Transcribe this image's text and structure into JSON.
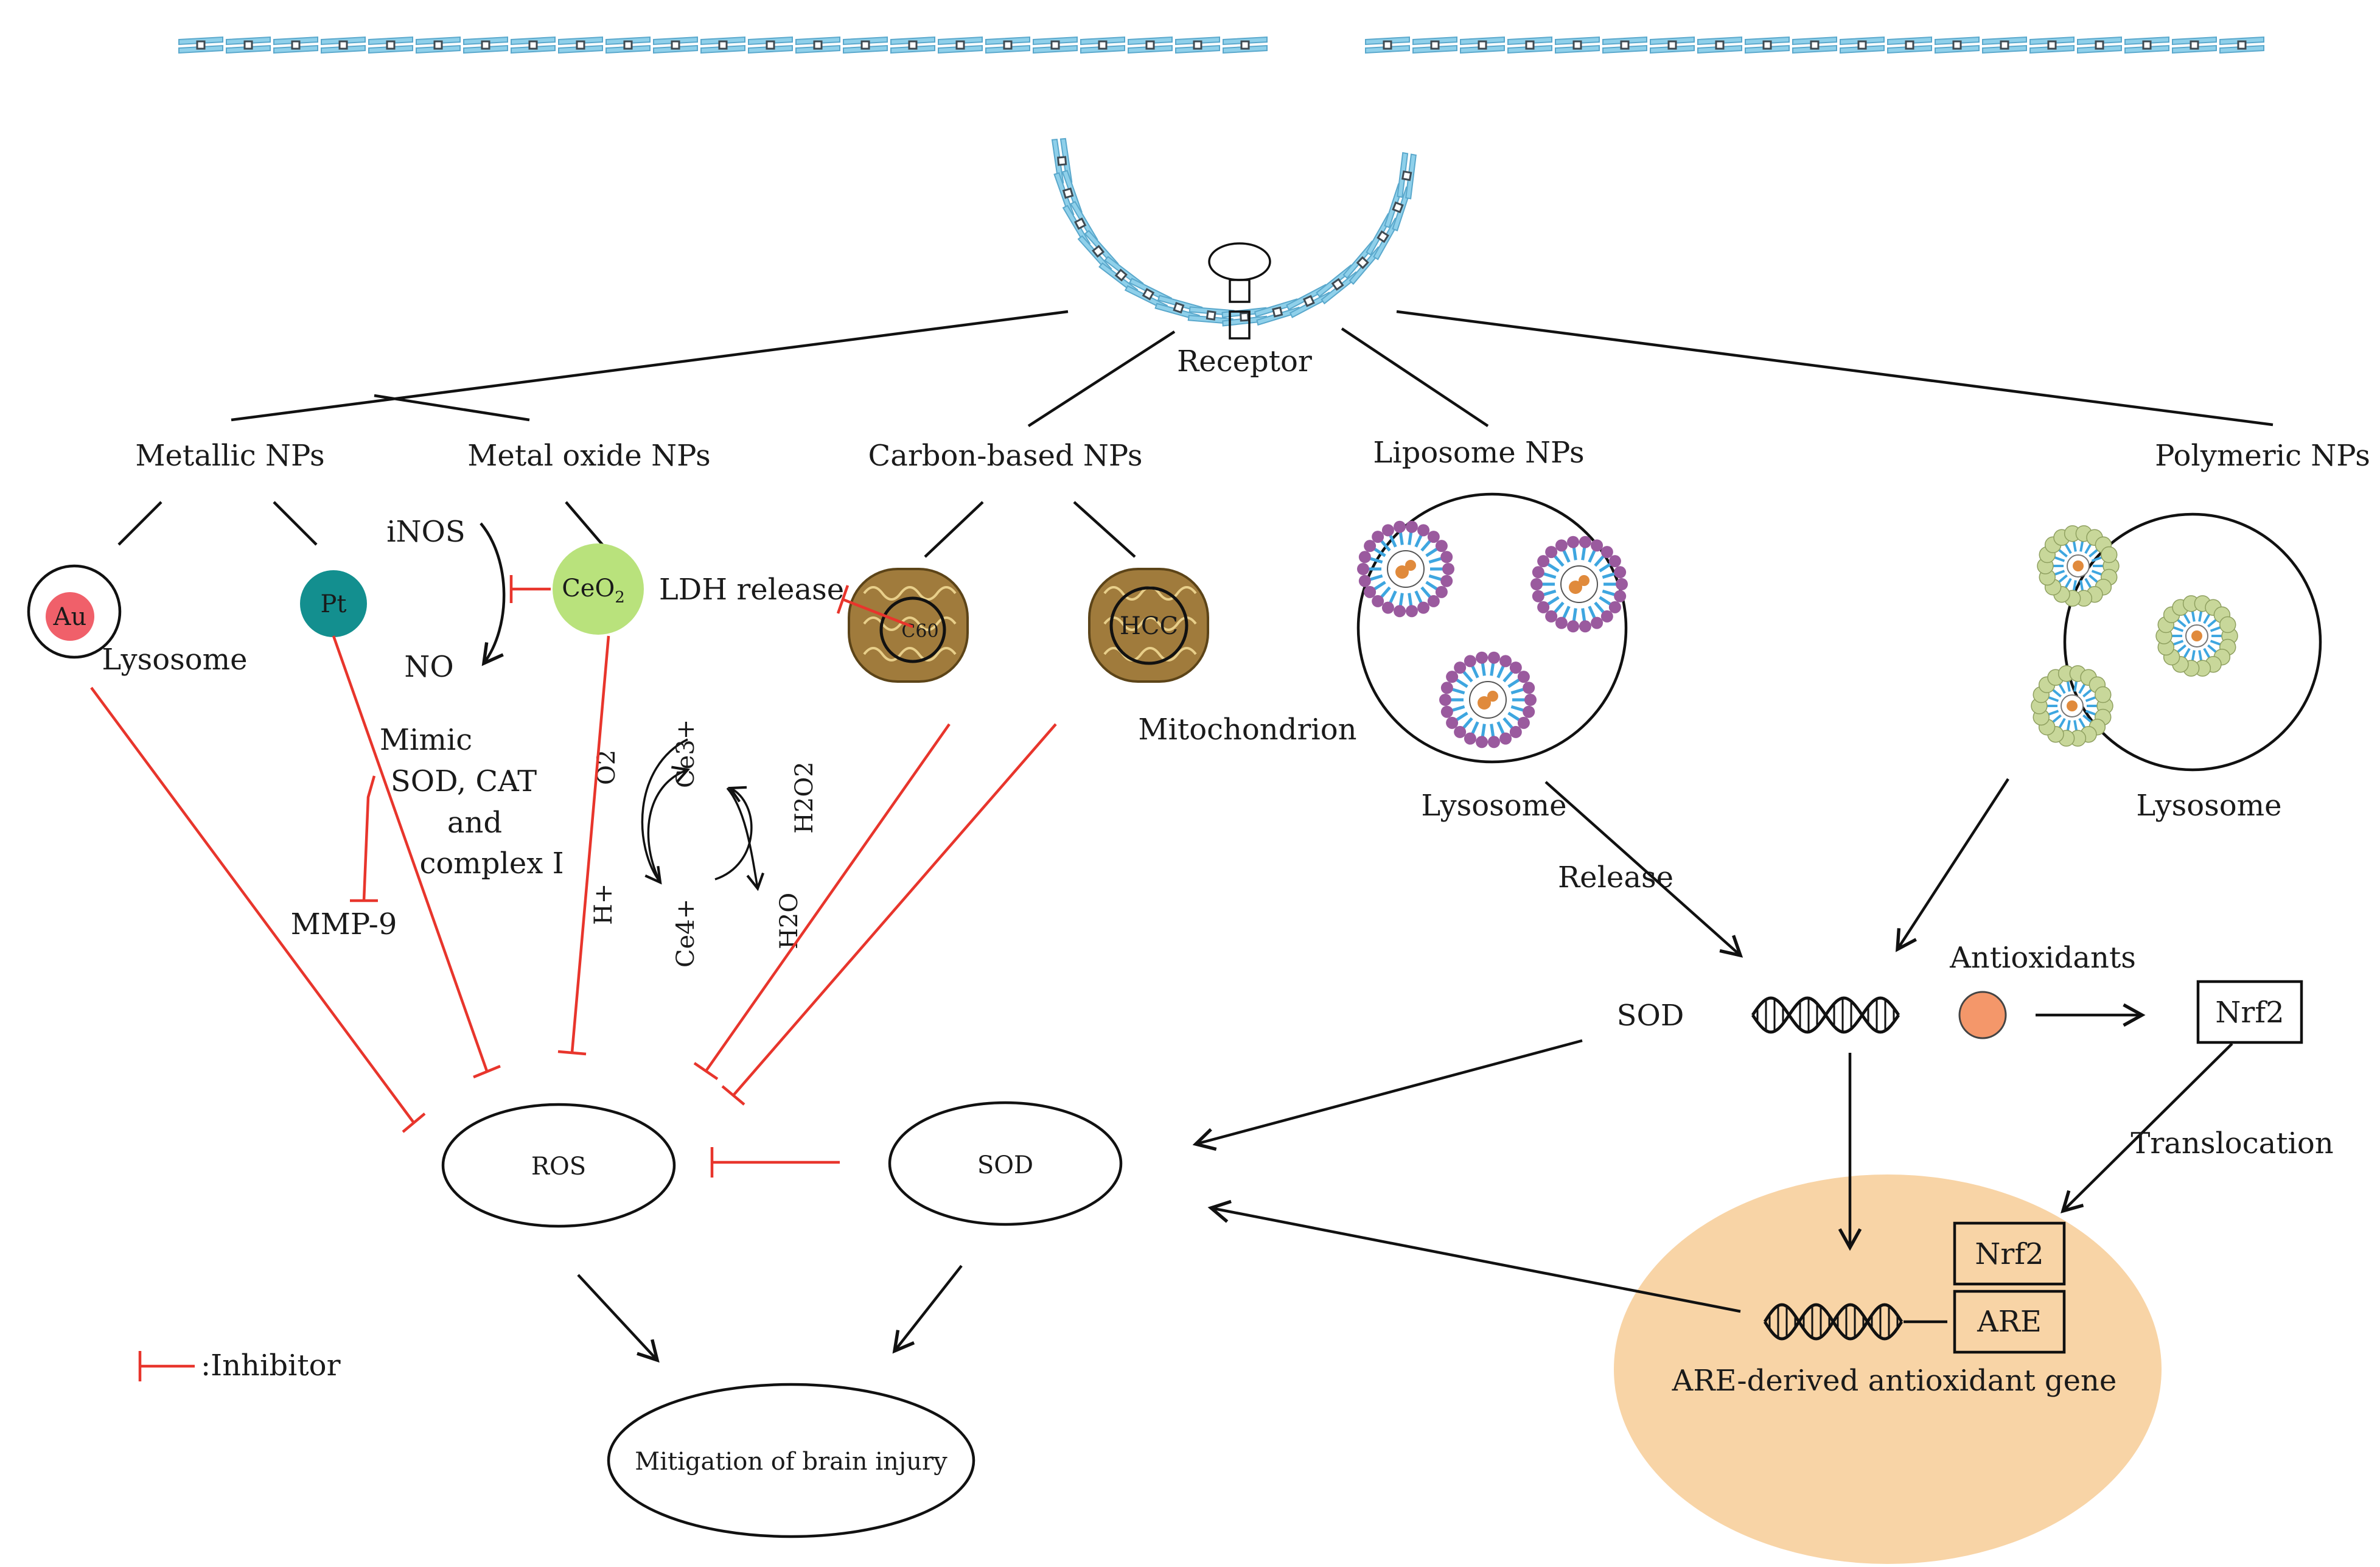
{
  "colors": {
    "inhibitor": "#e8352c",
    "membrane": "#8fd0ea",
    "gold_np": "#f0606a",
    "platinum_np": "#138f8f",
    "ceo2_np": "#b9e27c",
    "antioxidant_dot": "#f4976a",
    "nucleus": "#f8d4a6",
    "mitochondrion": "#a07b3c",
    "liposome_head": "#9a5a9e",
    "liposome_tail": "#3ea6e0",
    "polymeric_head": "#c8d79a"
  },
  "labels": {
    "receptor": "Receptor",
    "metallic_nps": "Metallic NPs",
    "metal_oxide_nps": "Metal oxide NPs",
    "carbon_nps": "Carbon-based NPs",
    "liposome_nps": "Liposome NPs",
    "polymeric_nps": "Polymeric NPs",
    "au": "Au",
    "pt": "Pt",
    "ceo2_main": "CeO",
    "ceo2_sub": "2",
    "lysosome_left": "Lysosome",
    "inos": "iNOS",
    "no": "NO",
    "ldh_release": "LDH release",
    "c60": "C60",
    "hcc": "HCC",
    "mitochondrion": "Mitochondrion",
    "lysosome_lipo": "Lysosome",
    "lysosome_poly": "Lysosome",
    "release": "Release",
    "mimic_1": "Mimic",
    "mimic_2": "SOD, CAT",
    "mimic_3": "and",
    "mimic_4": "complex I",
    "mmp9": "MMP-9",
    "o2": "O2",
    "h_plus": "H+",
    "ce3": "Ce3+",
    "ce4": "Ce4+",
    "h2o2": "H2O2",
    "h2o": "H2O",
    "sod_small": "SOD",
    "antioxidants": "Antioxidants",
    "nrf2_cyto": "Nrf2",
    "translocation": "Translocation",
    "nrf2_nucleus": "Nrf2",
    "are": "ARE",
    "are_gene": "ARE-derived antioxidant gene",
    "ros": "ROS",
    "sod_ellipse": "SOD",
    "mitigation": "Mitigation of brain injury",
    "legend_inhibitor": ":Inhibitor"
  }
}
